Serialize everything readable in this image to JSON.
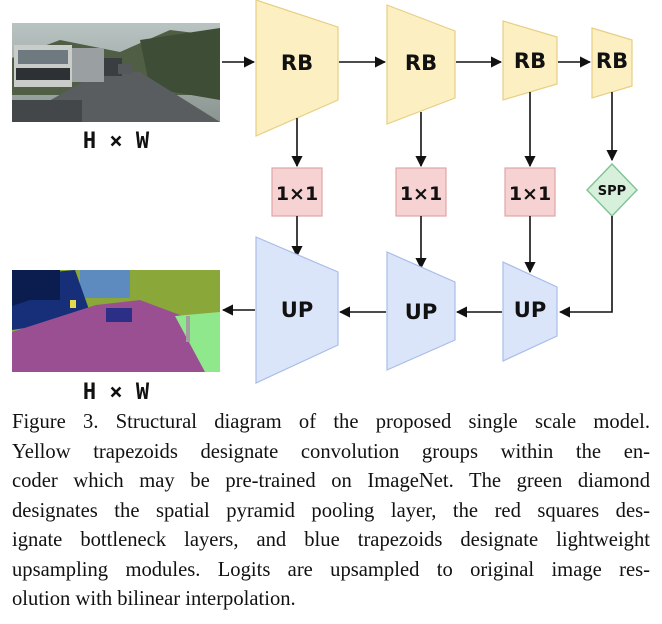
{
  "diagram": {
    "input_label": "H × W",
    "output_label": "H × W",
    "encoder_blocks": [
      "RB",
      "RB",
      "RB",
      "RB"
    ],
    "bottleneck_blocks": [
      "1×1",
      "1×1",
      "1×1"
    ],
    "spp_label": "SPP",
    "decoder_blocks": [
      "UP",
      "UP",
      "UP"
    ]
  },
  "colors": {
    "encoder": "#fcefc2",
    "encoder_stroke": "#e7cf84",
    "bottleneck": "#f7d2d2",
    "bottleneck_stroke": "#dfa6a6",
    "spp": "#d6f0dc",
    "spp_stroke": "#7fc293",
    "decoder": "#dbe5fa",
    "decoder_stroke": "#a9bde8",
    "arrow": "#111111"
  },
  "caption": {
    "lines": [
      "Figure 3. Structural diagram of the proposed single scale model.",
      "Yellow trapezoids designate convolution groups within the en-",
      "coder which may be pre-trained on ImageNet. The green diamond",
      "designates the spatial pyramid pooling layer, the red squares des-",
      "ignate bottleneck layers, and blue trapezoids designate lightweight",
      "upsampling modules. Logits are upsampled to original image res-",
      "olution with bilinear interpolation."
    ]
  }
}
